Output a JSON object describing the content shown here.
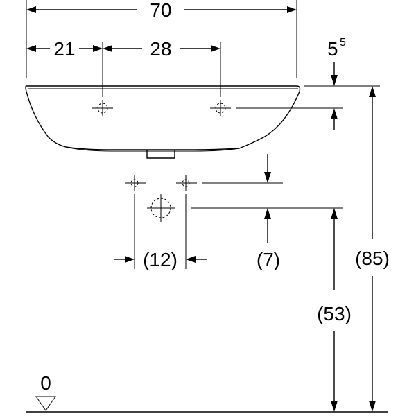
{
  "dimensions": {
    "overall_width": "70",
    "left_offset": "21",
    "hole_spacing": "28",
    "rim_drop_main": "5",
    "rim_drop_sup": "5",
    "drain_spacing": "(12)",
    "drain_height_offset": "(7)",
    "drain_height": "(53)",
    "rim_height": "(85)",
    "floor_level": "0"
  }
}
